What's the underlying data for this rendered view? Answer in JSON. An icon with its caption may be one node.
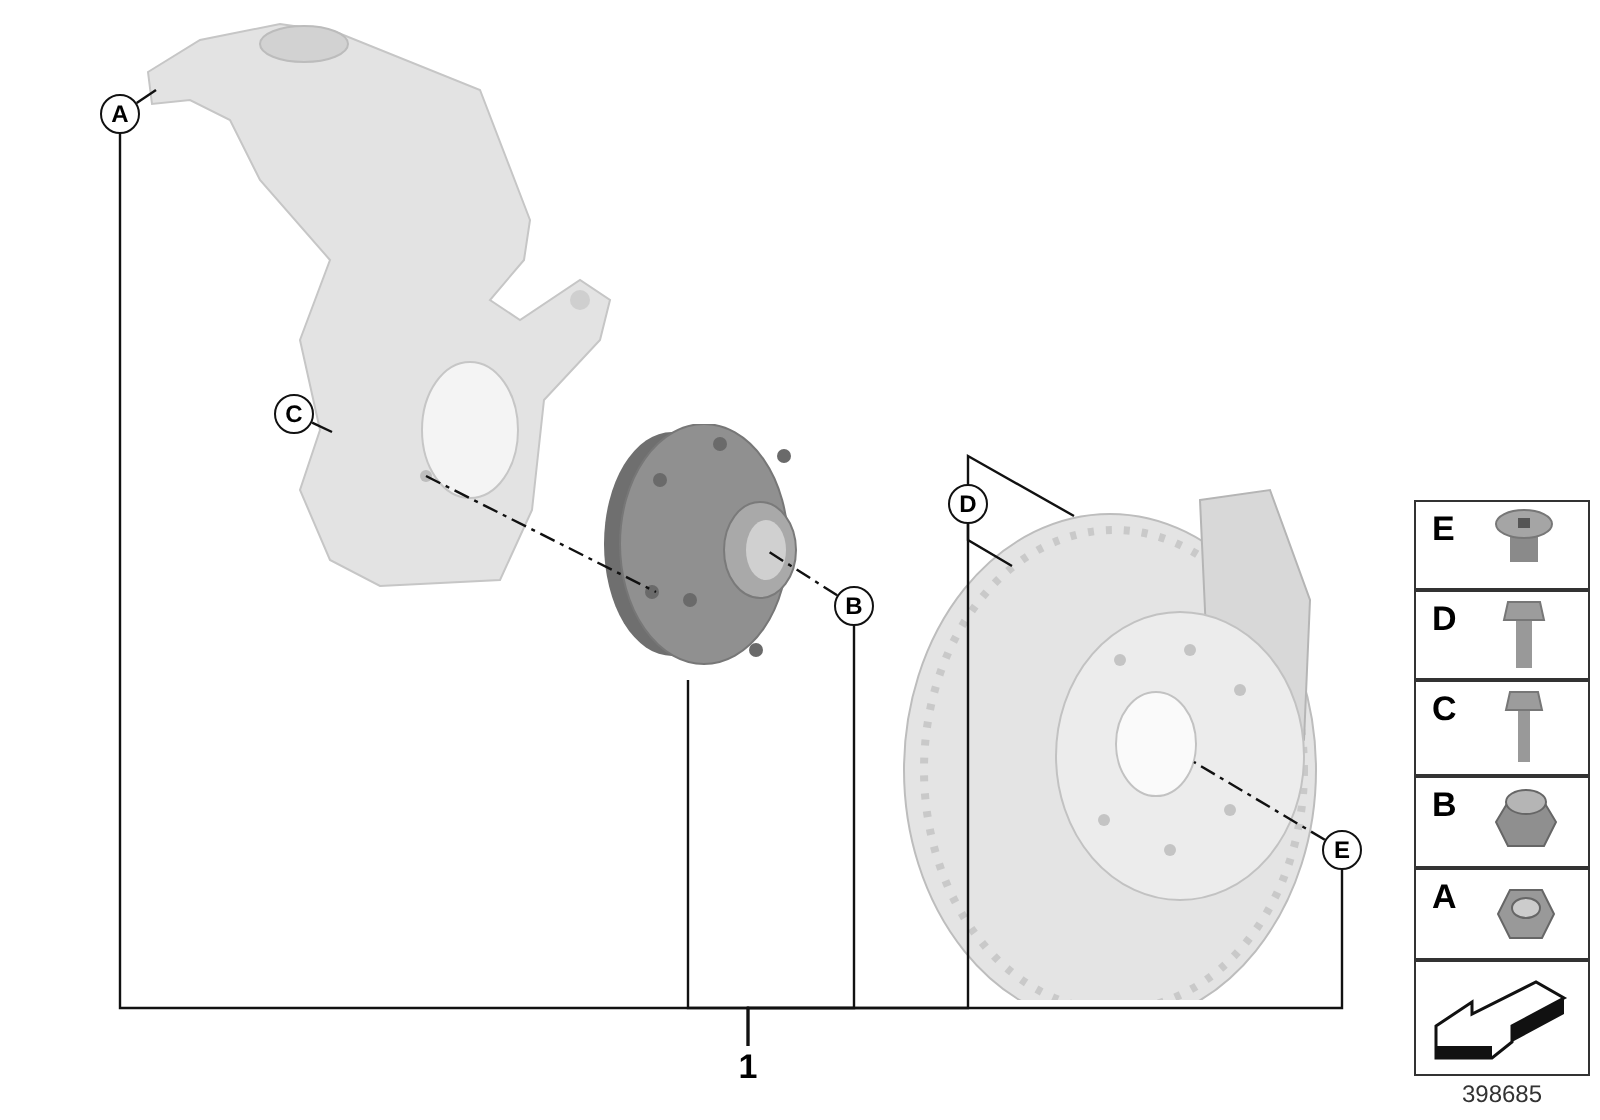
{
  "diagram": {
    "nodes": [
      {
        "text": [
          "A"
        ]
      },
      {
        "text": [],
        "shape": "picture"
      },
      {
        "text": [
          "C"
        ]
      },
      {
        "text": [],
        "shape": "picture"
      },
      {
        "text": [
          "B"
        ]
      },
      {
        "text": [
          "D"
        ]
      },
      {
        "text": [],
        "shape": "picture"
      },
      {
        "text": [
          "E"
        ]
      },
      {
        "text": [
          "1"
        ]
      }
    ],
    "edges": [
      {
        "from": 0,
        "to": 1,
        "arrow": "none"
      },
      {
        "from": 2,
        "to": 1,
        "arrow": "none"
      },
      {
        "from": 1,
        "to": 3,
        "arrow": "none",
        "style": "dashed"
      },
      {
        "from": 4,
        "to": 3,
        "arrow": "none",
        "style": "dashed"
      },
      {
        "from": 5,
        "to": 6,
        "arrow": "none"
      },
      {
        "from": 5,
        "to": 6,
        "arrow": "none"
      },
      {
        "from": 7,
        "to": 6,
        "arrow": "none",
        "style": "dashed"
      },
      {
        "from": 8,
        "to": 0,
        "arrow": "none"
      },
      {
        "from": 8,
        "to": 3,
        "arrow": "none"
      },
      {
        "from": 8,
        "to": 4,
        "arrow": "none"
      },
      {
        "from": 8,
        "to": 5,
        "arrow": "none"
      },
      {
        "from": 8,
        "to": 7,
        "arrow": "none"
      }
    ],
    "labels": [
      "E",
      "D",
      "C",
      "B",
      "A",
      "398685"
    ]
  }
}
